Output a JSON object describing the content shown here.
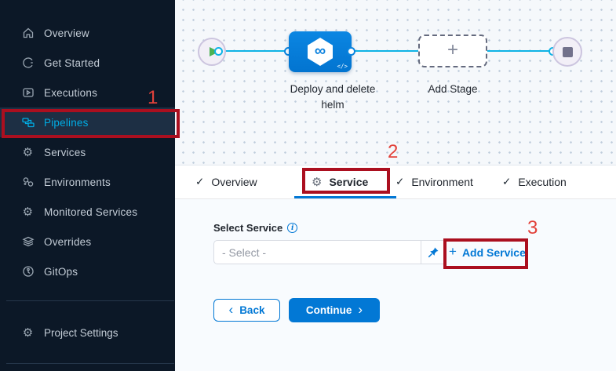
{
  "sidebar": {
    "items": [
      {
        "label": "Overview",
        "icon": "home-icon",
        "active": false
      },
      {
        "label": "Get Started",
        "icon": "get-started-icon",
        "active": false
      },
      {
        "label": "Executions",
        "icon": "executions-icon",
        "active": false
      },
      {
        "label": "Pipelines",
        "icon": "pipelines-icon",
        "active": true
      },
      {
        "label": "Services",
        "icon": "gear-icon",
        "active": false
      },
      {
        "label": "Environments",
        "icon": "environments-icon",
        "active": false
      },
      {
        "label": "Monitored Services",
        "icon": "gear-icon",
        "active": false
      },
      {
        "label": "Overrides",
        "icon": "layers-icon",
        "active": false
      },
      {
        "label": "GitOps",
        "icon": "gitops-icon",
        "active": false
      }
    ],
    "footer_item": {
      "label": "Project Settings",
      "icon": "gear-icon"
    }
  },
  "pipeline": {
    "stage_name": "Deploy and delete helm",
    "add_stage_label": "Add Stage",
    "stage_icon": "cd-infinity-hexagon-icon",
    "start_icon": "play-icon",
    "end_icon": "stop-icon"
  },
  "tabs": [
    {
      "label": "Overview",
      "icon": "check-icon",
      "active": false
    },
    {
      "label": "Service",
      "icon": "gear-icon",
      "active": true
    },
    {
      "label": "Environment",
      "icon": "check-icon",
      "active": false
    },
    {
      "label": "Execution",
      "icon": "check-icon",
      "active": false
    }
  ],
  "form": {
    "select_service_label": "Select Service",
    "select_placeholder": "- Select -",
    "add_service_label": "Add Service",
    "back_label": "Back",
    "continue_label": "Continue"
  },
  "annotations": {
    "step1": "1",
    "step2": "2",
    "step3": "3"
  },
  "glyphs": {
    "check": "✓",
    "gear": "⚙",
    "plus": "+",
    "chevron_left": "‹",
    "chevron_right": "›",
    "infinity": "∞",
    "code_tag": "</>",
    "info": "i"
  },
  "colors": {
    "sidebar_bg": "#0c1827",
    "active_item": "#00ade4",
    "primary_blue": "#0278d5",
    "connector_cyan": "#0fb3e5",
    "annotation_box": "#ab0f1f",
    "annotation_number": "#e2423b"
  }
}
